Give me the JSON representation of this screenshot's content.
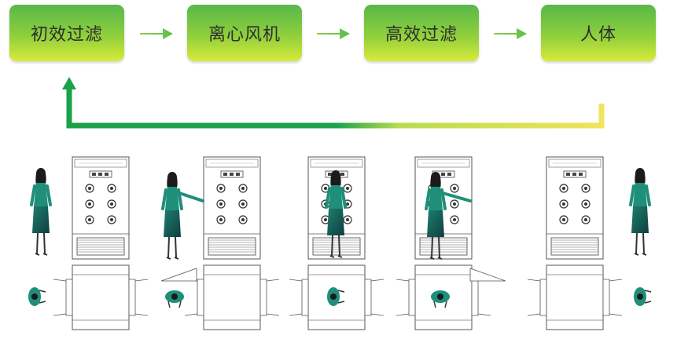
{
  "flow": {
    "steps": [
      "初效过滤",
      "离心风机",
      "高效过滤",
      "人体"
    ]
  },
  "colors": {
    "box_top": "#58b84a",
    "box_bottom": "#d9ea3a",
    "arrow_green": "#1aa24a",
    "arrow_yellow": "#f0e45a",
    "figure_teal": "#1f8f7a"
  },
  "illustration": {
    "stages": [
      "person-before-entry",
      "person-at-panel",
      "person-inside-shower",
      "person-at-panel-2",
      "person-after-exit"
    ]
  }
}
